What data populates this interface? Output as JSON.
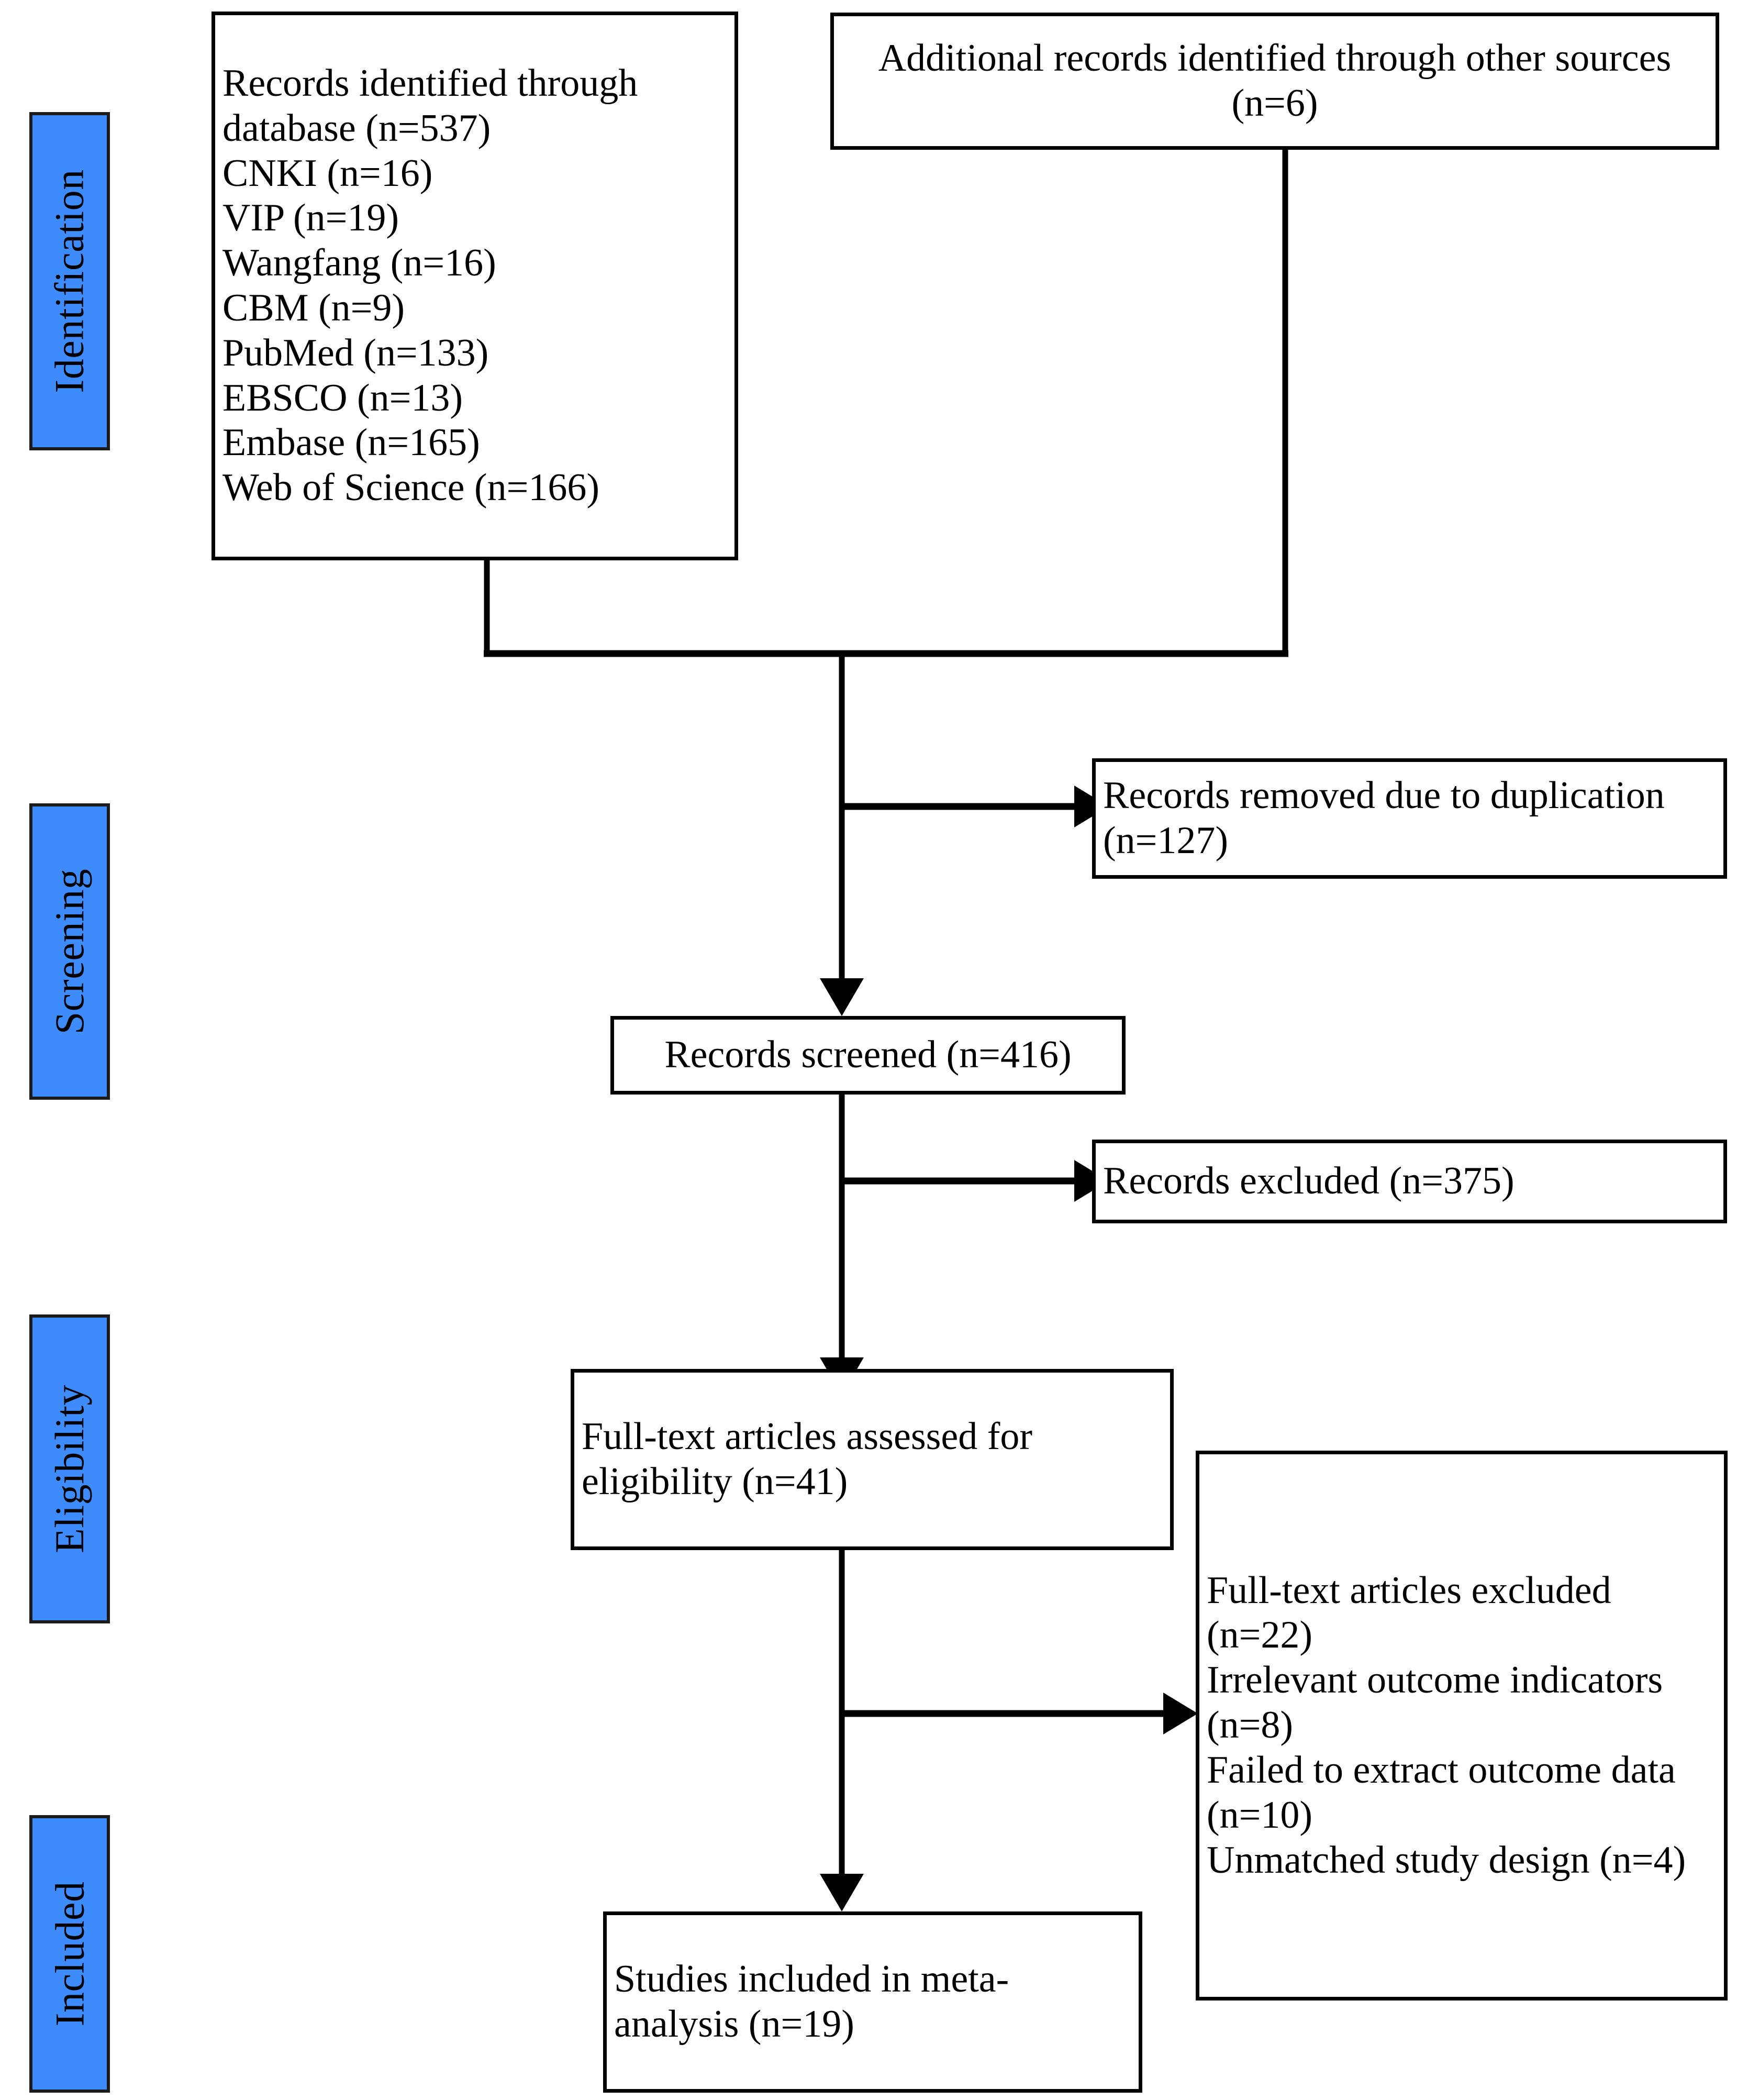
{
  "diagram": {
    "type": "prisma-flow-diagram",
    "accent_color": "#3E8CFB",
    "line_color": "#000000",
    "background_color": "#FFFFFF"
  },
  "stages": [
    {
      "id": "identification",
      "label": "Identification"
    },
    {
      "id": "screening",
      "label": "Screening"
    },
    {
      "id": "eligibility",
      "label": "Eligibility"
    },
    {
      "id": "included",
      "label": "Included"
    }
  ],
  "boxes": {
    "records_identified": {
      "text": "Records identified through database (n=537)\nCNKI (n=16)\nVIP (n=19)\nWangfang (n=16)\nCBM (n=9)\nPubMed (n=133)\nEBSCO (n=13)\nEmbase (n=165)\nWeb of Science (n=166)"
    },
    "additional_records": {
      "text": "Additional records identified through other sources (n=6)"
    },
    "records_removed": {
      "text": "Records removed due to duplication (n=127)"
    },
    "records_screened": {
      "text": "Records screened (n=416)"
    },
    "records_excluded": {
      "text": "Records excluded  (n=375)"
    },
    "fulltext_assessed": {
      "text": "Full-text articles assessed for eligibility (n=41)"
    },
    "fulltext_excluded": {
      "text": "Full-text articles excluded (n=22)\nIrrelevant outcome indicators  (n=8)\nFailed to extract outcome data (n=10)\nUnmatched study design (n=4)"
    },
    "studies_included": {
      "text": "Studies included in meta-analysis  (n=19)"
    }
  },
  "counts": {
    "database_total": 537,
    "cnki": 16,
    "vip": 19,
    "wangfang": 16,
    "cbm": 9,
    "pubmed": 133,
    "ebsco": 13,
    "embase": 165,
    "web_of_science": 166,
    "additional_sources": 6,
    "duplicates_removed": 127,
    "records_screened": 416,
    "records_excluded": 375,
    "fulltext_assessed": 41,
    "fulltext_excluded": 22,
    "irrelevant_outcome_indicators": 8,
    "failed_to_extract_outcome_data": 10,
    "unmatched_study_design": 4,
    "studies_included": 19
  }
}
